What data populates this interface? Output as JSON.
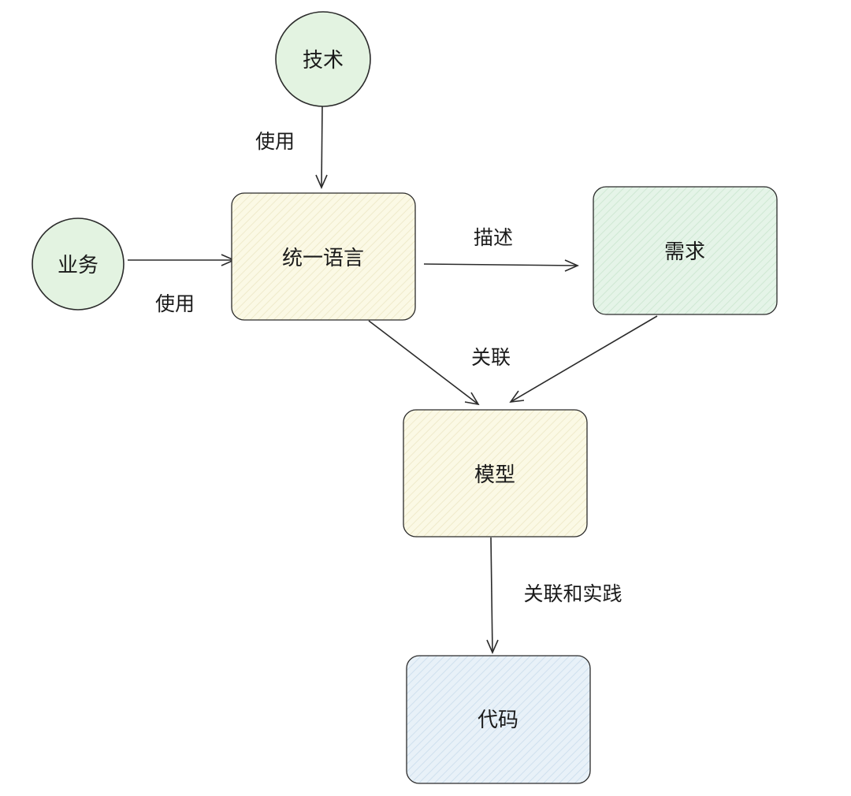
{
  "nodes": {
    "tech": "技术",
    "business": "业务",
    "unified_language": "统一语言",
    "requirement": "需求",
    "model": "模型",
    "code": "代码"
  },
  "edges": {
    "tech_to_language": "使用",
    "business_to_language": "使用",
    "language_to_requirement": "描述",
    "to_model": "关联",
    "model_to_code": "关联和实践"
  },
  "colors": {
    "circle_fill": "#e3f3e1",
    "language_fill": "#fbf9e5",
    "requirement_fill": "#e5f4e8",
    "model_fill": "#fbf9e5",
    "code_fill": "#e5f0f7",
    "stroke": "#2b2b2b"
  }
}
